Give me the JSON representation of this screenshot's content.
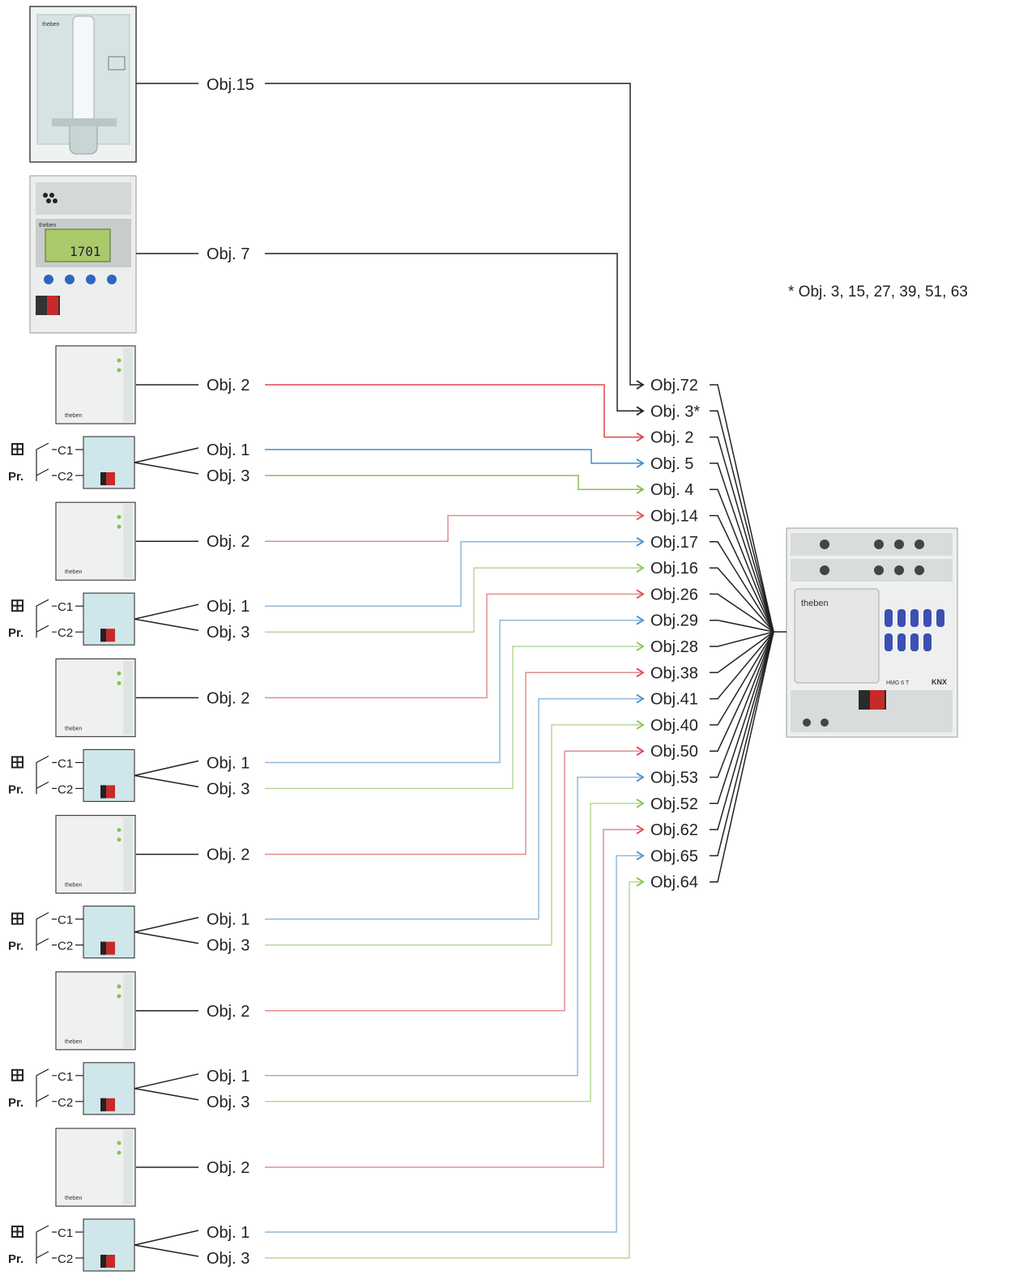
{
  "footnote": "* Obj. 3, 15, 27, 39, 51, 63",
  "colors": {
    "red": "#e0464b",
    "blue": "#3f8fd0",
    "green": "#86c24b",
    "black": "#222222",
    "light_red": "#e58c90",
    "light_blue": "#90b8dc",
    "light_green": "#b7d897"
  },
  "devices": {
    "weather_station": {
      "label": "Obj.15"
    },
    "timer": {
      "label": "Obj. 7",
      "screen_text": "1701"
    },
    "sensor_brand": "theben",
    "switch_labels": {
      "c1": "C1",
      "c2": "C2",
      "program": "Pr."
    },
    "actuator": {
      "brand": "theben",
      "model": "HMG 6 T",
      "knx_label": "KNX"
    }
  },
  "groups": [
    {
      "sensor_label": "Obj. 2",
      "c1_label": "Obj. 1",
      "c2_label": "Obj. 3"
    },
    {
      "sensor_label": "Obj. 2",
      "c1_label": "Obj. 1",
      "c2_label": "Obj. 3"
    },
    {
      "sensor_label": "Obj. 2",
      "c1_label": "Obj. 1",
      "c2_label": "Obj. 3"
    },
    {
      "sensor_label": "Obj. 2",
      "c1_label": "Obj. 1",
      "c2_label": "Obj. 3"
    },
    {
      "sensor_label": "Obj. 2",
      "c1_label": "Obj. 1",
      "c2_label": "Obj. 3"
    },
    {
      "sensor_label": "Obj. 2",
      "c1_label": "Obj. 1",
      "c2_label": "Obj. 3"
    }
  ],
  "targets": [
    {
      "label": "Obj.72",
      "color": "black"
    },
    {
      "label": "Obj. 3*",
      "color": "black"
    },
    {
      "label": "Obj. 2",
      "color": "red"
    },
    {
      "label": "Obj. 5",
      "color": "blue"
    },
    {
      "label": "Obj. 4",
      "color": "green"
    },
    {
      "label": "Obj.14",
      "color": "red"
    },
    {
      "label": "Obj.17",
      "color": "blue"
    },
    {
      "label": "Obj.16",
      "color": "green"
    },
    {
      "label": "Obj.26",
      "color": "red"
    },
    {
      "label": "Obj.29",
      "color": "blue"
    },
    {
      "label": "Obj.28",
      "color": "green"
    },
    {
      "label": "Obj.38",
      "color": "red"
    },
    {
      "label": "Obj.41",
      "color": "blue"
    },
    {
      "label": "Obj.40",
      "color": "green"
    },
    {
      "label": "Obj.50",
      "color": "red"
    },
    {
      "label": "Obj.53",
      "color": "blue"
    },
    {
      "label": "Obj.52",
      "color": "green"
    },
    {
      "label": "Obj.62",
      "color": "red"
    },
    {
      "label": "Obj.65",
      "color": "blue"
    },
    {
      "label": "Obj.64",
      "color": "green"
    }
  ]
}
